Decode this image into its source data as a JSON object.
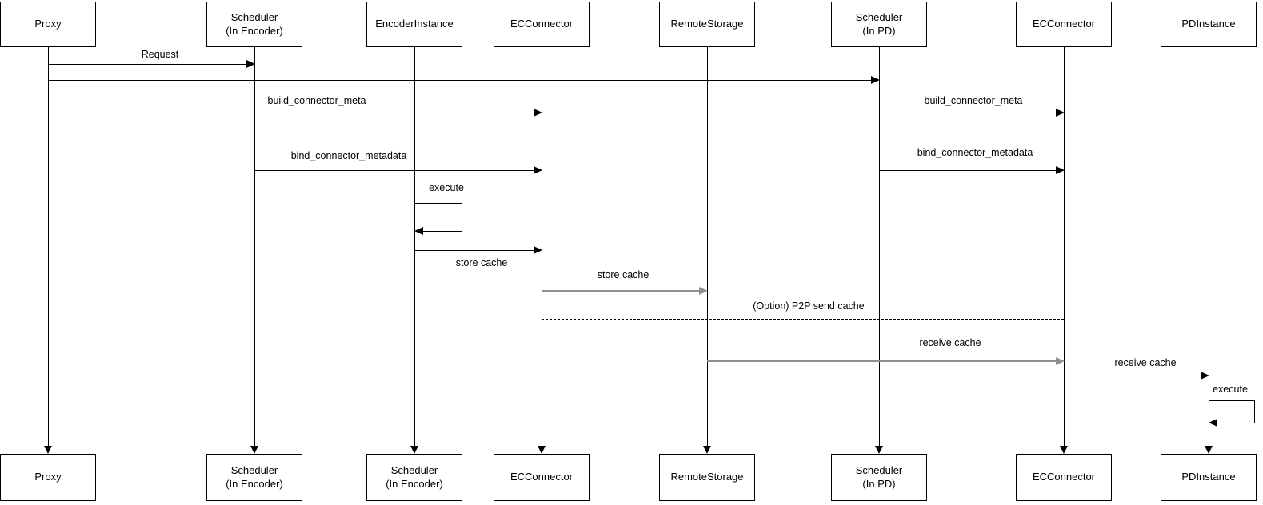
{
  "colors": {
    "background": "#ffffff",
    "line": "#000000",
    "muted_line": "#8f8f8f",
    "text": "#000000"
  },
  "participants": [
    {
      "id": "proxy",
      "top_label": "Proxy",
      "bottom_label": "Proxy"
    },
    {
      "id": "scheduler-encoder",
      "top_label": "Scheduler\n(In Encoder)",
      "bottom_label": "Scheduler\n(In Encoder)"
    },
    {
      "id": "encoder-instance",
      "top_label": "EncoderInstance",
      "bottom_label": "Scheduler\n(In Encoder)"
    },
    {
      "id": "ec-connector",
      "top_label": "ECConnector",
      "bottom_label": "ECConnector"
    },
    {
      "id": "remote-storage",
      "top_label": "RemoteStorage",
      "bottom_label": "RemoteStorage"
    },
    {
      "id": "scheduler-pd",
      "top_label": "Scheduler\n(In PD)",
      "bottom_label": "Scheduler\n(In PD)"
    },
    {
      "id": "ec-connector-2",
      "top_label": "ECConnector",
      "bottom_label": "ECConnector"
    },
    {
      "id": "pd-instance",
      "top_label": "PDInstance",
      "bottom_label": "PDInstance"
    }
  ],
  "messages": [
    {
      "label": "Request",
      "from": "Proxy",
      "to": "Scheduler (In Encoder)",
      "style": "solid"
    },
    {
      "label": "",
      "from": "Proxy",
      "to": "Scheduler (In PD)",
      "style": "solid"
    },
    {
      "label": "build_connector_meta",
      "from": "Scheduler (In Encoder)",
      "to": "ECConnector",
      "style": "solid"
    },
    {
      "label": "build_connector_meta",
      "from": "Scheduler (In PD)",
      "to": "ECConnector (right)",
      "style": "solid"
    },
    {
      "label": "bind_connector_metadata",
      "from": "Scheduler (In Encoder)",
      "to": "ECConnector",
      "style": "solid"
    },
    {
      "label": "bind_connector_metadata",
      "from": "Scheduler (In PD)",
      "to": "ECConnector (right)",
      "style": "solid"
    },
    {
      "label": "execute",
      "from": "EncoderInstance",
      "to": "EncoderInstance",
      "style": "self"
    },
    {
      "label": "store cache",
      "from": "EncoderInstance",
      "to": "ECConnector",
      "style": "solid"
    },
    {
      "label": "store cache",
      "from": "ECConnector",
      "to": "RemoteStorage",
      "style": "solid-gray"
    },
    {
      "label": "(Option) P2P send cache",
      "from": "ECConnector",
      "to": "ECConnector (right)",
      "style": "dashed"
    },
    {
      "label": "receive cache",
      "from": "RemoteStorage",
      "to": "ECConnector (right)",
      "style": "solid-gray"
    },
    {
      "label": "receive cache",
      "from": "ECConnector (right)",
      "to": "PDInstance",
      "style": "solid"
    },
    {
      "label": "execute",
      "from": "PDInstance",
      "to": "PDInstance",
      "style": "self"
    }
  ]
}
